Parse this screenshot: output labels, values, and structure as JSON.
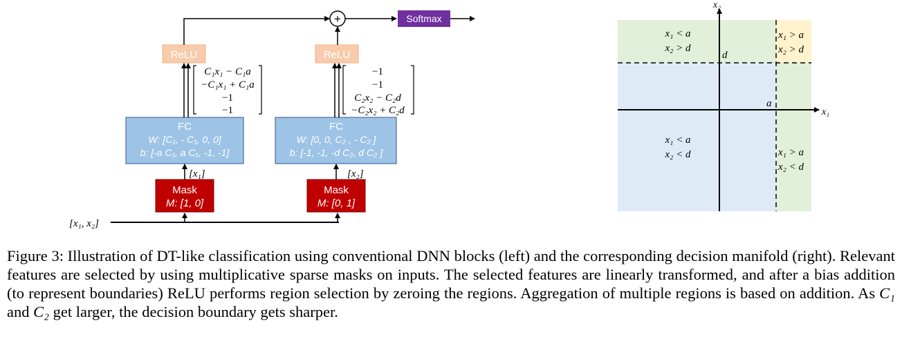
{
  "figure": {
    "left": {
      "input_label": "[x₁, x₂]",
      "softmax_label": "Softmax",
      "sum_symbol": "+",
      "branches": [
        {
          "mask_title": "Mask",
          "mask_param": "M: [1, 0]",
          "mask_output": "[x₁]",
          "fc_title": "FC",
          "fc_weights": "W: [C₁, - C₁, 0, 0]",
          "fc_bias": "b: [-a C₁, a C₁, -1, -1]",
          "fc_output": [
            "C₁x₁ − C₁a",
            "−C₁x₁ + C₁a",
            "−1",
            "−1"
          ],
          "relu_label": "ReLU"
        },
        {
          "mask_title": "Mask",
          "mask_param": "M: [0, 1]",
          "mask_output": "[x₂]",
          "fc_title": "FC",
          "fc_weights": "W: [0, 0, C₂ , - C₂ ]",
          "fc_bias": "b: [-1, -1, -d C₂, d C₂ ]",
          "fc_output": [
            "−1",
            "−1",
            "C₂x₂ − C₂d",
            "−C₂x₂ + C₂d"
          ],
          "relu_label": "ReLU"
        }
      ]
    },
    "right": {
      "x_axis_label": "x₁",
      "y_axis_label": "x₂",
      "threshold_x_label": "a",
      "threshold_y_label": "d",
      "regions": [
        {
          "line1": "x₁ < a",
          "line2": "x₂ > d",
          "color": "#e2efd9"
        },
        {
          "line1": "x₁ > a",
          "line2": "x₂ > d",
          "color": "#fff2cc"
        },
        {
          "line1": "x₁ < a",
          "line2": "x₂ < d",
          "color": "#deebf7"
        },
        {
          "line1": "x₁ > a",
          "line2": "x₂ < d",
          "color": "#e2efd9"
        }
      ]
    },
    "colors": {
      "mask": "#c00000",
      "fc": "#9dc3e6",
      "relu": "#f8cbad",
      "softmax": "#7030a0"
    }
  },
  "caption": {
    "prefix": "Figure 3: Illustration of DT-like classification using conventional DNN blocks (left) and the corresponding decision manifold (right). Relevant features are selected by using multiplicative sparse masks on inputs. The selected features are linearly transformed, and after a bias addition (to represent boundaries) ReLU performs region selection by zeroing the regions. Aggregation of multiple regions is based on addition. As ",
    "c1": "C₁",
    "and": " and ",
    "c2": "C₂",
    "suffix": " get larger, the decision boundary gets sharper."
  }
}
